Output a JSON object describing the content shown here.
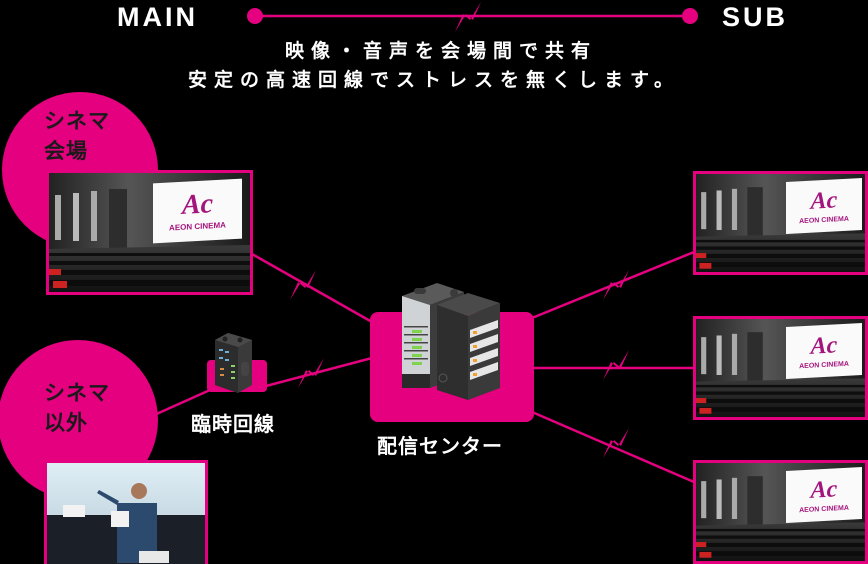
{
  "legend": {
    "main_label": "MAIN",
    "sub_label": "SUB",
    "line_icon": "lightning-bolt-icon"
  },
  "headline": {
    "line1": "映像・音声を会場間で共有",
    "line2": "安定の高速回線でストレスを無くします。"
  },
  "sources": [
    {
      "label_line1": "シネマ",
      "label_line2": "会場",
      "image": "cinema-hall-photo"
    },
    {
      "label_line1": "シネマ",
      "label_line2": "以外",
      "image": "presentation-speaker-photo"
    }
  ],
  "temporary_line": {
    "label": "臨時回線",
    "icon": "server-rack-icon"
  },
  "distribution_center": {
    "label": "配信センター",
    "icon": "server-racks-icon"
  },
  "destinations": [
    {
      "image": "cinema-hall-photo",
      "logo_text": "AEON CINEMA",
      "logo_mark": "Ac"
    },
    {
      "image": "cinema-hall-photo",
      "logo_text": "AEON CINEMA",
      "logo_mark": "Ac"
    },
    {
      "image": "cinema-hall-photo",
      "logo_text": "AEON CINEMA",
      "logo_mark": "Ac"
    }
  ],
  "main_cinema_logo": {
    "logo_text": "AEON CINEMA",
    "logo_mark": "Ac"
  },
  "colors": {
    "accent": "#E4007F",
    "background": "#000000",
    "text": "#FFFFFF"
  }
}
